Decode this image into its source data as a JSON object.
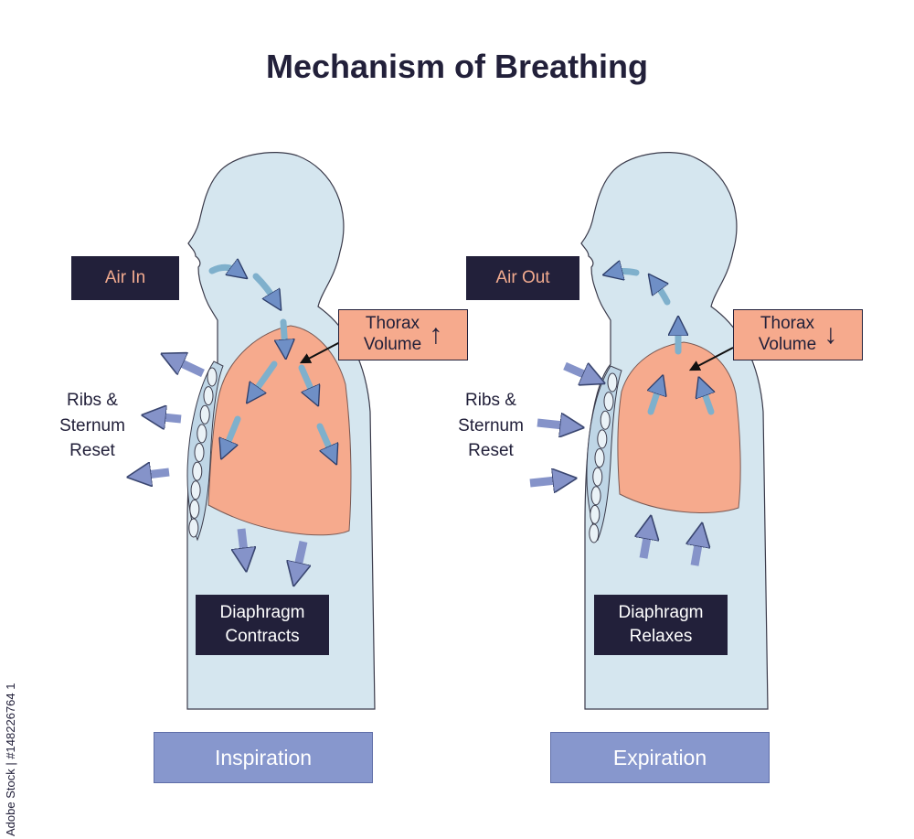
{
  "title": "Mechanism of Breathing",
  "inspiration": {
    "air_label": "Air In",
    "thorax_line1": "Thorax",
    "thorax_line2": "Volume",
    "thorax_arrow": "↑",
    "ribs_line1": "Ribs &",
    "ribs_line2": "Sternum",
    "ribs_line3": "Reset",
    "diaphragm_line1": "Diaphragm",
    "diaphragm_line2": "Contracts",
    "phase_label": "Inspiration"
  },
  "expiration": {
    "air_label": "Air Out",
    "thorax_line1": "Thorax",
    "thorax_line2": "Volume",
    "thorax_arrow": "↓",
    "ribs_line1": "Ribs &",
    "ribs_line2": "Sternum",
    "ribs_line3": "Reset",
    "diaphragm_line1": "Diaphragm",
    "diaphragm_line2": "Relaxes",
    "phase_label": "Expiration"
  },
  "watermark": "Adobe Stock | #148226764 1",
  "colors": {
    "body": "#d5e6ef",
    "lung": "#f6aa8d",
    "arrow_fill": "#8593c9",
    "arrow_teal": "#7fb0cc",
    "dark": "#22203a",
    "phase_button": "#8797cd"
  }
}
